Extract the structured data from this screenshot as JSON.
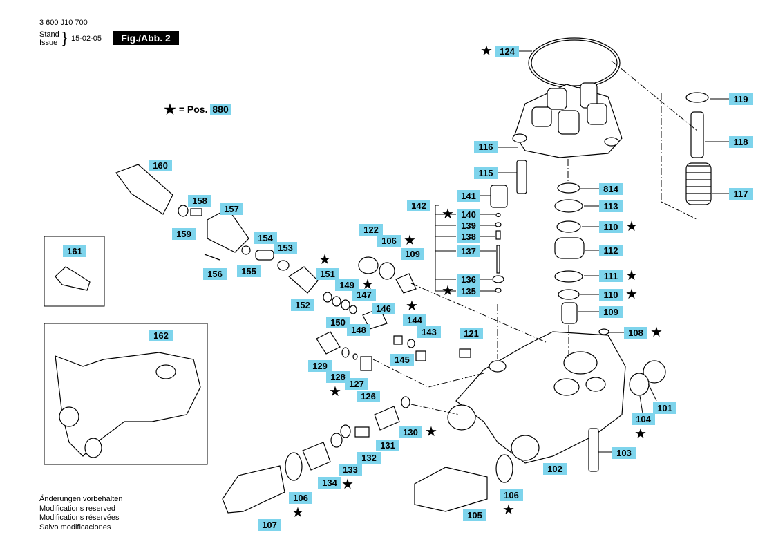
{
  "header": {
    "part_number": "3 600 J10 700",
    "stand_label": "Stand",
    "issue_label": "Issue",
    "date": "15-02-05",
    "figure_label": "Fig./Abb. 2"
  },
  "legend": {
    "symbol": "★",
    "equals": "=",
    "text": "Pos.",
    "number": "880"
  },
  "footer": {
    "lines": [
      "Änderungen vorbehalten",
      "Modifications reserved",
      "Modifications réservées",
      "Salvo modificaciones"
    ]
  },
  "parts": [
    {
      "id": "124",
      "star": true
    },
    {
      "id": "119"
    },
    {
      "id": "118"
    },
    {
      "id": "117"
    },
    {
      "id": "116"
    },
    {
      "id": "115"
    },
    {
      "id": "814"
    },
    {
      "id": "113"
    },
    {
      "id": "110",
      "star": true
    },
    {
      "id": "112"
    },
    {
      "id": "111",
      "star": true
    },
    {
      "id": "110b",
      "label": "110",
      "star": true
    },
    {
      "id": "109"
    },
    {
      "id": "108",
      "star": true
    },
    {
      "id": "142"
    },
    {
      "id": "141"
    },
    {
      "id": "140",
      "star": true
    },
    {
      "id": "139"
    },
    {
      "id": "138"
    },
    {
      "id": "137"
    },
    {
      "id": "136"
    },
    {
      "id": "135",
      "star": true
    },
    {
      "id": "122"
    },
    {
      "id": "106",
      "star": true
    },
    {
      "id": "109b",
      "label": "109"
    },
    {
      "id": "160"
    },
    {
      "id": "158"
    },
    {
      "id": "157"
    },
    {
      "id": "159"
    },
    {
      "id": "161"
    },
    {
      "id": "154"
    },
    {
      "id": "153"
    },
    {
      "id": "156"
    },
    {
      "id": "155"
    },
    {
      "id": "151",
      "star": true
    },
    {
      "id": "149",
      "star": true
    },
    {
      "id": "147"
    },
    {
      "id": "146"
    },
    {
      "id": "152"
    },
    {
      "id": "150"
    },
    {
      "id": "148"
    },
    {
      "id": "144",
      "star": true
    },
    {
      "id": "143"
    },
    {
      "id": "145"
    },
    {
      "id": "121"
    },
    {
      "id": "162"
    },
    {
      "id": "129"
    },
    {
      "id": "128",
      "star": true
    },
    {
      "id": "127"
    },
    {
      "id": "126"
    },
    {
      "id": "130",
      "star": true
    },
    {
      "id": "131"
    },
    {
      "id": "132"
    },
    {
      "id": "133",
      "star": true
    },
    {
      "id": "134"
    },
    {
      "id": "106b",
      "label": "106",
      "star": true
    },
    {
      "id": "107"
    },
    {
      "id": "105"
    },
    {
      "id": "106c",
      "label": "106",
      "star": true
    },
    {
      "id": "104",
      "star": true
    },
    {
      "id": "101"
    },
    {
      "id": "102"
    },
    {
      "id": "103"
    }
  ]
}
